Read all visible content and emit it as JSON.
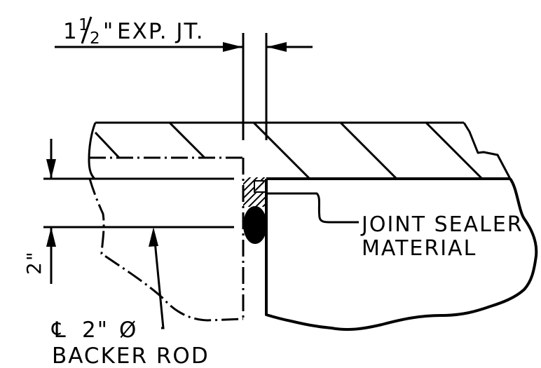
{
  "labels": {
    "expansion_joint": {
      "whole": "1",
      "numerator": "1",
      "denominator": "2",
      "unit": "\"",
      "text": "EXP. JT."
    },
    "joint_sealer": [
      "JOINT SEALER",
      "MATERIAL"
    ],
    "depth_dimension": "2\"",
    "backer_rod": {
      "centerline_symbol": "℄",
      "size": "2\"",
      "diameter_symbol": "Ø",
      "line2": "BACKER ROD"
    }
  },
  "colors": {
    "line": "#000000",
    "background": "#ffffff"
  }
}
